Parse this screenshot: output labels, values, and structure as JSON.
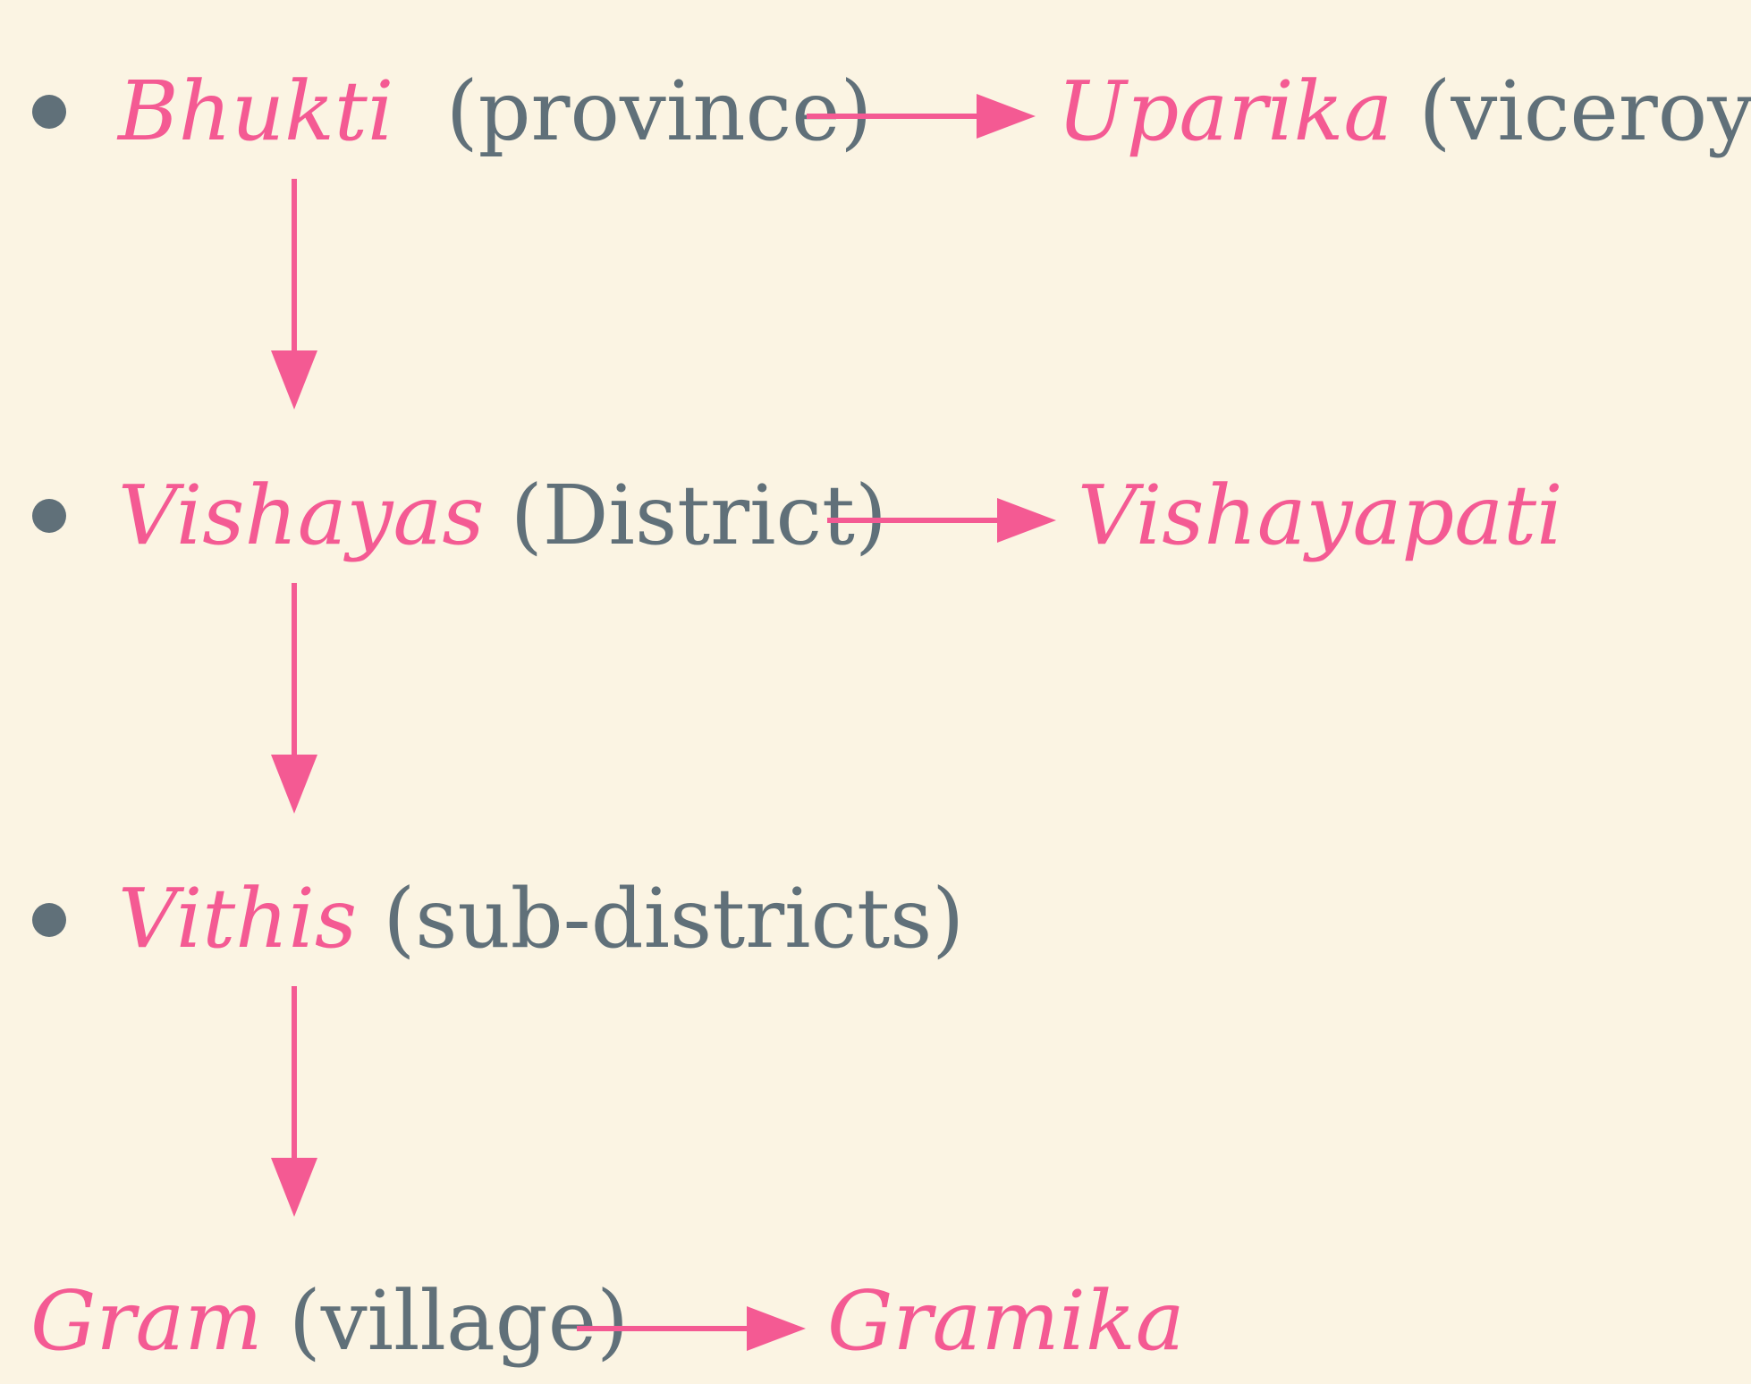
{
  "colors": {
    "background": "#fbf4e3",
    "term": "#f45a93",
    "gloss": "#607079",
    "arrow": "#f45a93",
    "bullet": "#607079"
  },
  "levels": [
    {
      "term": "Bhukti",
      "gloss": "(province)",
      "official_term": "Uparika",
      "official_gloss": "(viceroy)"
    },
    {
      "term": "Vishayas",
      "gloss": "(District)",
      "official_term": "Vishayapati",
      "official_gloss": ""
    },
    {
      "term": "Vithis",
      "gloss": "(sub-districts)",
      "official_term": "",
      "official_gloss": ""
    },
    {
      "term": "Gram",
      "gloss": "(village)",
      "official_term": "Gramika",
      "official_gloss": ""
    }
  ]
}
